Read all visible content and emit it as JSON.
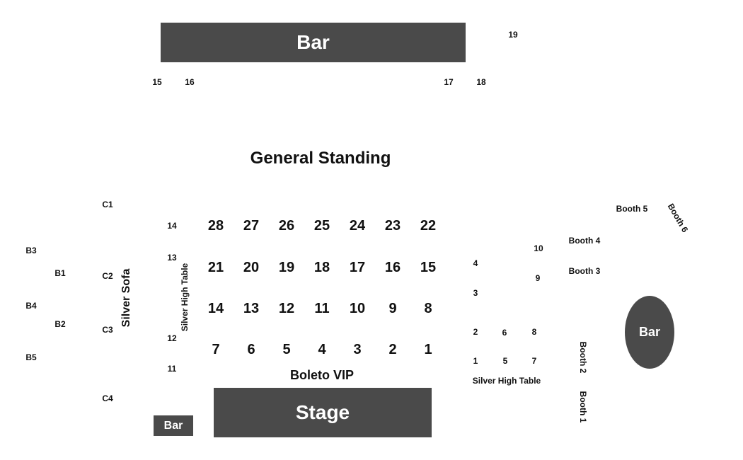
{
  "bars": {
    "top": "Bar",
    "small": "Bar",
    "oval": "Bar"
  },
  "stage": "Stage",
  "general_standing": "General Standing",
  "boleto_vip": "Boleto VIP",
  "bar_seats": [
    "15",
    "16",
    "17",
    "18",
    "19"
  ],
  "b_tables": [
    "B3",
    "B1",
    "B4",
    "B2",
    "B5"
  ],
  "c_tables": [
    "C1",
    "C2",
    "C3",
    "C4"
  ],
  "silver_sofa": "Silver Sofa",
  "silver_high_table_left": {
    "label": "Silver High Table",
    "tables": [
      "14",
      "13",
      "12",
      "11"
    ]
  },
  "vip_grid": [
    [
      "28",
      "27",
      "26",
      "25",
      "24",
      "23",
      "22"
    ],
    [
      "21",
      "20",
      "19",
      "18",
      "17",
      "16",
      "15"
    ],
    [
      "14",
      "13",
      "12",
      "11",
      "10",
      "9",
      "8"
    ],
    [
      "7",
      "6",
      "5",
      "4",
      "3",
      "2",
      "1"
    ]
  ],
  "silver_high_table_right": {
    "label": "Silver High Table",
    "tables": [
      "4",
      "3",
      "2",
      "6",
      "8",
      "1",
      "5",
      "7",
      "10",
      "9"
    ]
  },
  "booths": [
    "Booth 5",
    "Booth 6",
    "Booth 4",
    "Booth 3",
    "Booth 2",
    "Booth 1"
  ]
}
